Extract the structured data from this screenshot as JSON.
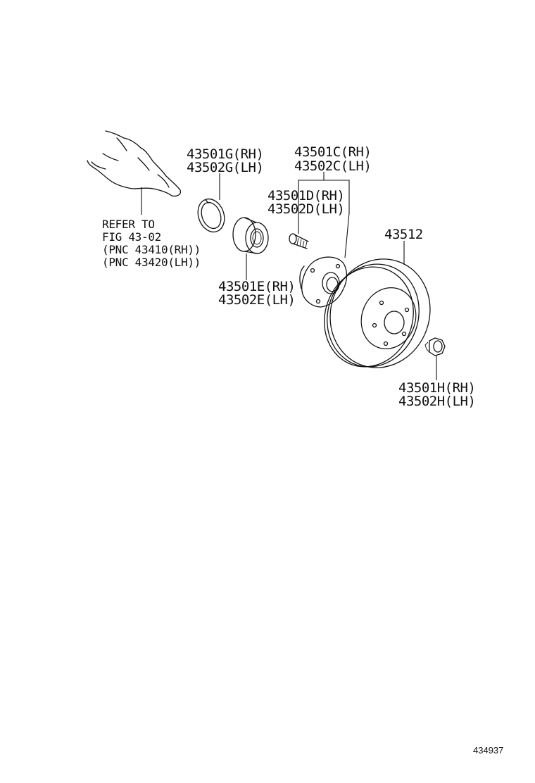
{
  "labels": {
    "snap_ring": [
      "43501G(RH)",
      "43502G(LH)"
    ],
    "hub": [
      "43501C(RH)",
      "43502C(LH)"
    ],
    "bolt": [
      "43501D(RH)",
      "43502D(LH)"
    ],
    "bearing": [
      "43501E(RH)",
      "43502E(LH)"
    ],
    "disc": "43512",
    "nut": [
      "43501H(RH)",
      "43502H(LH)"
    ],
    "refer": [
      "REFER TO",
      "FIG 43-02",
      "(PNC 43410(RH))",
      "(PNC 43420(LH))"
    ]
  },
  "diagram_id": "434937"
}
